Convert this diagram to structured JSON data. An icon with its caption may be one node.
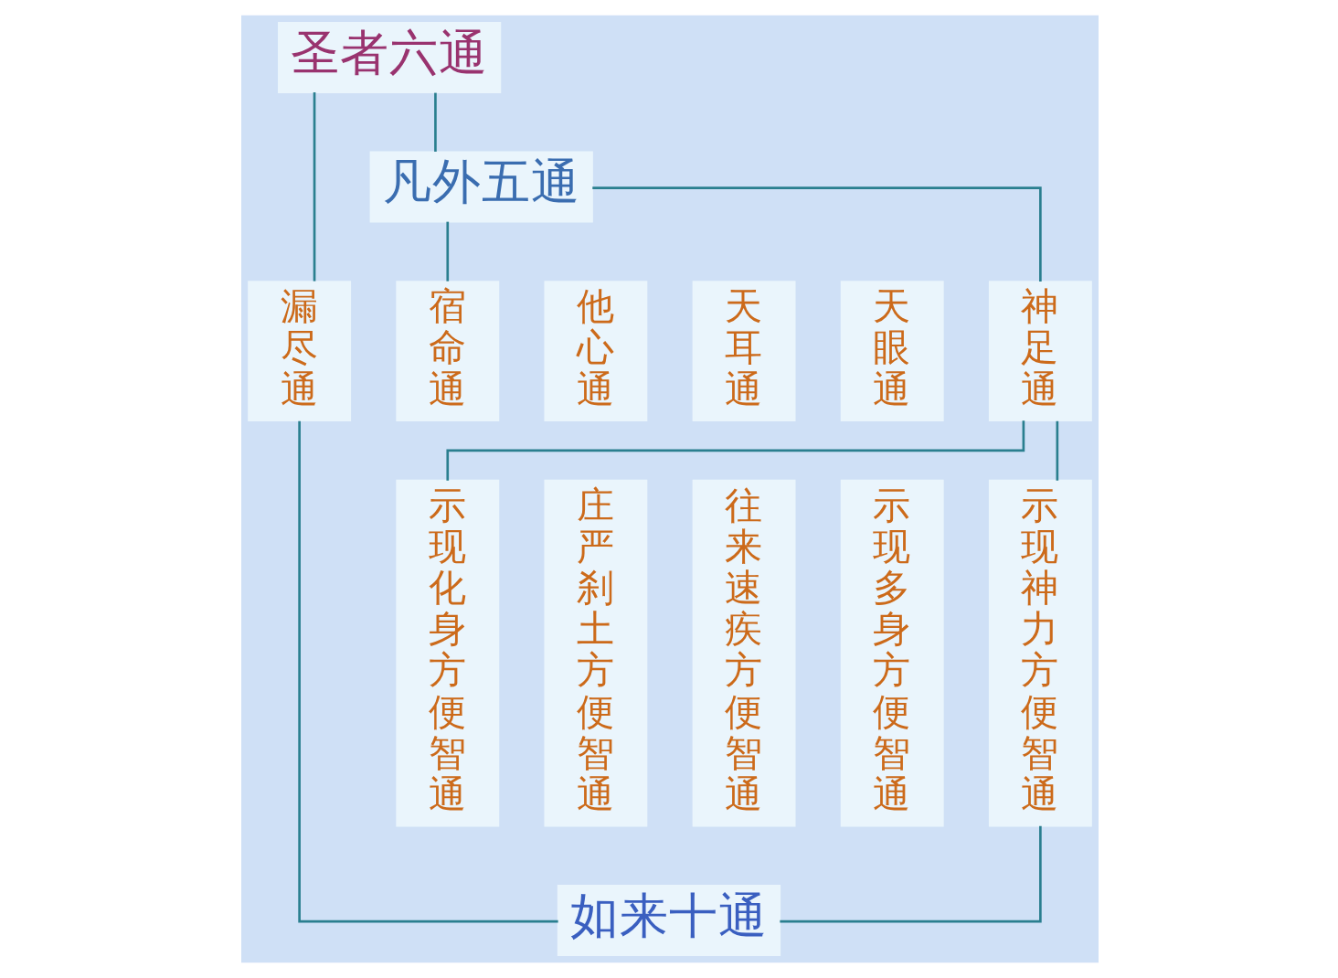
{
  "diagram": {
    "nodes": [
      {
        "text": [
          "圣者六通"
        ]
      },
      {
        "text": [
          "凡外五通"
        ]
      },
      {
        "text": [
          "漏尽通"
        ]
      },
      {
        "text": [
          "宿命通"
        ]
      },
      {
        "text": [
          "他心通"
        ]
      },
      {
        "text": [
          "天耳通"
        ]
      },
      {
        "text": [
          "天眼通"
        ]
      },
      {
        "text": [
          "神足通"
        ]
      },
      {
        "text": [
          "示现化身方便智通"
        ]
      },
      {
        "text": [
          "庄严刹土方便智通"
        ]
      },
      {
        "text": [
          "往来速疾方便智通"
        ]
      },
      {
        "text": [
          "示现多身方便智通"
        ]
      },
      {
        "text": [
          "示现神力方便智通"
        ]
      },
      {
        "text": [
          "如来十通"
        ]
      }
    ],
    "edges": [
      {
        "from": 0,
        "to": 2,
        "arrow": "none"
      },
      {
        "from": 0,
        "to": 1,
        "arrow": "none"
      },
      {
        "from": 1,
        "to": 3,
        "arrow": "none"
      },
      {
        "from": 1,
        "to": 7,
        "arrow": "none"
      },
      {
        "from": 7,
        "to": 8,
        "arrow": "none"
      },
      {
        "from": 7,
        "to": 12,
        "arrow": "none"
      },
      {
        "from": 2,
        "to": 13,
        "arrow": "none"
      },
      {
        "from": 12,
        "to": 13,
        "arrow": "none"
      }
    ]
  }
}
